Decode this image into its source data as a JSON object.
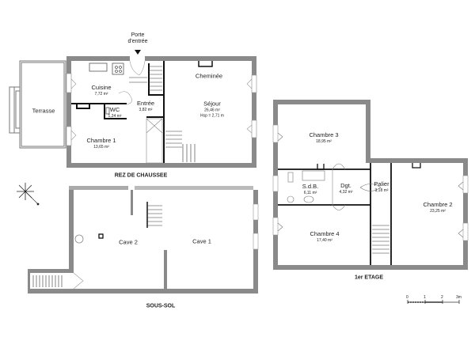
{
  "plan": {
    "levels": {
      "ground": "REZ DE CHAUSSEE",
      "basement": "SOUS-SOL",
      "first": "1er ETAGE"
    },
    "entrance": {
      "line1": "Porte",
      "line2": "d'entrée"
    },
    "ground_rooms": [
      {
        "name": "Terrasse",
        "area": ""
      },
      {
        "name": "Cuisine",
        "area": "7,72 m²"
      },
      {
        "name": "WC",
        "area": "1,24 m²"
      },
      {
        "name": "Entrée",
        "area": "3,82 m²"
      },
      {
        "name": "Chambre 1",
        "area": "13,65 m²"
      },
      {
        "name": "Séjour",
        "area": "26,46 m²",
        "extra": "Hsp = 2,71 m"
      },
      {
        "name": "Cheminée",
        "area": ""
      }
    ],
    "basement_rooms": [
      {
        "name": "Cave 2"
      },
      {
        "name": "Cave 1"
      }
    ],
    "first_rooms": [
      {
        "name": "Chambre 3",
        "area": "18,95 m²"
      },
      {
        "name": "S.d.B.",
        "area": "6,11 m²"
      },
      {
        "name": "Dgt.",
        "area": "4,32 m²"
      },
      {
        "name": "Palier",
        "area": "3,18 m²"
      },
      {
        "name": "Chambre 2",
        "area": "23,25 m²"
      },
      {
        "name": "Chambre 4",
        "area": "17,40 m²"
      }
    ],
    "scale": {
      "ticks": [
        "0",
        "1",
        "2",
        "3m"
      ]
    },
    "colors": {
      "wall": "#8a8a8a",
      "inner": "#111111",
      "window": "#bbbbbb"
    }
  }
}
